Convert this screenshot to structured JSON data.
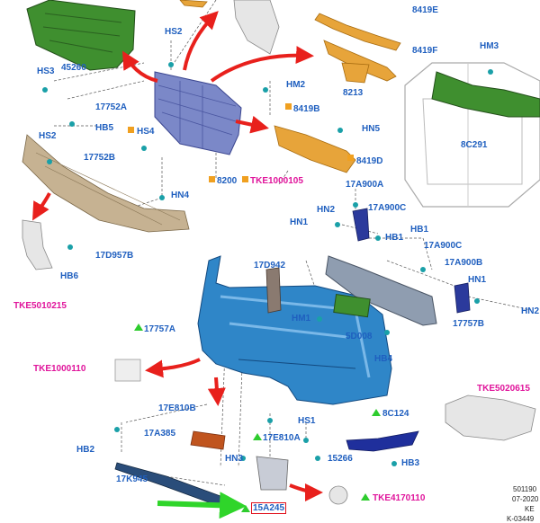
{
  "colors": {
    "label_blue": "#1f5fbf",
    "label_magenta": "#e0149b",
    "arrow_red": "#e8201c",
    "arrow_green": "#2fd52a",
    "part_blue": "#2f86c8",
    "part_green": "#3f8f2f",
    "part_orange": "#e7a43a",
    "part_grey": "#c9c9c9",
    "part_tan": "#c6b292",
    "highlight_box": "#e0101c",
    "triangle": "#2ecc2e",
    "square_marker": "#f0a020"
  },
  "labels": {
    "e8419e": "8419E",
    "hs2_top": "HS2",
    "e8419f": "8419F",
    "hm3": "HM3",
    "hs3": "HS3",
    "p45260": "45260",
    "p8213": "8213",
    "hm2": "HM2",
    "p17752a": "17752A",
    "p8419b": "8419B",
    "hb5": "HB5",
    "hs2_left": "HS2",
    "hs4": "HS4",
    "hn5": "HN5",
    "p8c291": "8C291",
    "p17752b": "17752B",
    "p8419d": "8419D",
    "p8200": "8200",
    "tke1000105": "TKE1000105",
    "hn4": "HN4",
    "p17a900a": "17A900A",
    "hn2": "HN2",
    "p17a900c_1": "17A900C",
    "hn1_1": "HN1",
    "hb1_1": "HB1",
    "hb1_2": "HB1",
    "p17d957b": "17D957B",
    "p17a900c_2": "17A900C",
    "p17d942": "17D942",
    "p17a900b": "17A900B",
    "hb6": "HB6",
    "hn1_2": "HN1",
    "tke5010215": "TKE5010215",
    "hn2_right": "HN2",
    "p17757a": "17757A",
    "hm1": "HM1",
    "p17757b": "17757B",
    "p5d008": "5D008",
    "hb4": "HB4",
    "tke1000110": "TKE1000110",
    "tke5020615": "TKE5020615",
    "p17e810b": "17E810B",
    "p8c124": "8C124",
    "hs1": "HS1",
    "p17a385": "17A385",
    "p17e810a": "17E810A",
    "hb2": "HB2",
    "p15266": "15266",
    "hn3": "HN3",
    "hb3": "HB3",
    "p17k945": "17K945",
    "tke4170110": "TKE4170110",
    "p15a245": "15A245",
    "code1": "501190",
    "code2": "07-2020",
    "code3": "KE",
    "code4": "K-03449"
  }
}
